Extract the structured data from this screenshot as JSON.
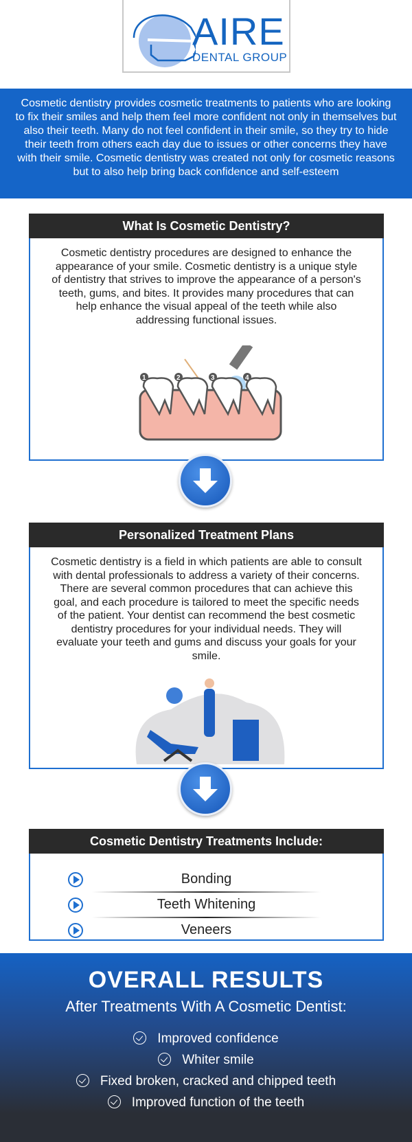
{
  "logo": {
    "name": "AIRE",
    "sub": "DENTAL GROUP"
  },
  "intro": "Cosmetic dentistry provides cosmetic treatments to patients who are looking to fix their smiles and help them feel more confident not only in themselves but also their teeth. Many do not feel confident in their smile, so they try to hide their teeth from others each day due to issues or other concerns they have with their smile. Cosmetic dentistry was created not only for cosmetic reasons but to also help bring back confidence and self-esteem",
  "section1": {
    "title": "What Is Cosmetic Dentistry?",
    "body": "Cosmetic dentistry procedures are designed to enhance the appearance of your smile. Cosmetic dentistry is a unique style of dentistry that strives to improve the appearance of a person's teeth, gums, and bites. It provides many procedures that can help enhance the visual appeal of the teeth while also addressing functional issues.",
    "steps": [
      "1",
      "2",
      "3",
      "4"
    ]
  },
  "section2": {
    "title": "Personalized Treatment Plans",
    "body": "Cosmetic dentistry is a field in which patients are able to consult with dental professionals to address a variety of their concerns. There are several common procedures that can achieve this goal, and each procedure is tailored to meet the specific needs of the patient. Your dentist can recommend the best cosmetic dentistry procedures for your individual needs. They will evaluate your teeth and gums and discuss your goals for your smile."
  },
  "section3": {
    "title": "Cosmetic Dentistry Treatments Include:",
    "items": [
      "Bonding",
      "Teeth Whitening",
      "Veneers"
    ]
  },
  "results": {
    "title": "OVERALL RESULTS",
    "subtitle": "After Treatments With A Cosmetic Dentist:",
    "items": [
      "Improved confidence",
      "Whiter smile",
      "Fixed broken, cracked and chipped teeth",
      "Improved function of the teeth"
    ]
  },
  "colors": {
    "brand": "#1565c0",
    "dark": "#2a2a2a"
  }
}
